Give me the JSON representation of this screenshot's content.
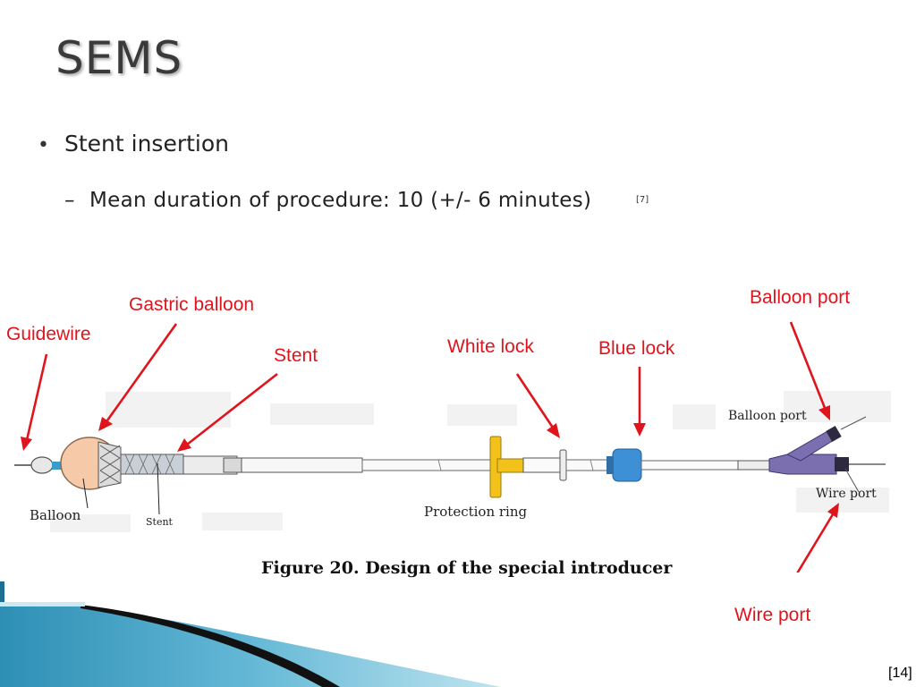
{
  "slide": {
    "title": "SEMS",
    "bullet": "Stent insertion",
    "bullet_marker": "•",
    "sub_marker": "–",
    "sub_bullet": "Mean duration of procedure: 10 (+/- 6 minutes)",
    "sub_ref": "[7]",
    "citation": "[14]"
  },
  "figure": {
    "caption": "Figure 20. Design of the special introducer",
    "labels": {
      "balloon": "Balloon",
      "stent": "Stent",
      "protection_ring": "Protection ring",
      "balloon_port": "Balloon port",
      "wire_port": "Wire port"
    },
    "annotations": {
      "guidewire": "Guidewire",
      "gastric_balloon": "Gastric balloon",
      "stent": "Stent",
      "white_lock": "White lock",
      "blue_lock": "Blue lock",
      "balloon_port": "Balloon port",
      "wire_port": "Wire port"
    },
    "colors": {
      "annotation_red": "#e0141c",
      "balloon_fill": "#f6c9a8",
      "protection_ring_yellow": "#f2c21b",
      "blue_lock": "#3d8fd6",
      "y_connector_purple": "#7b6fb0"
    }
  },
  "footer": {
    "colors": {
      "dark": "#111111",
      "teal": "#2e8fb5",
      "light": "#9fd4e6"
    }
  }
}
